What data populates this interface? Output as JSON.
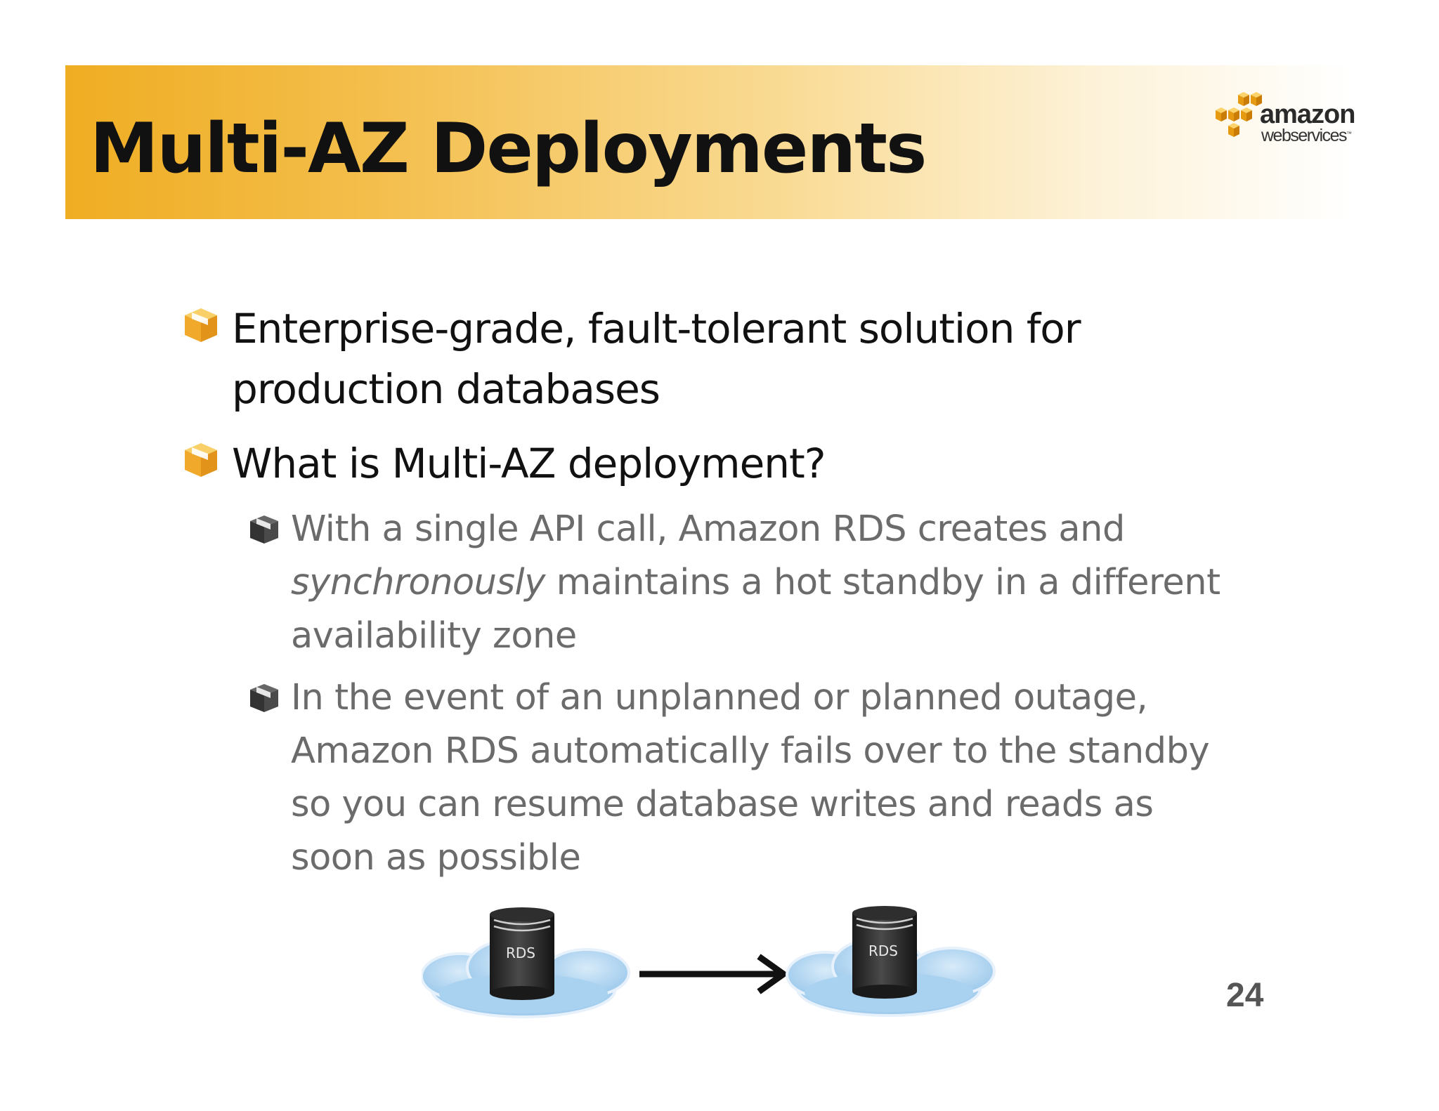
{
  "title": "Multi-AZ Deployments",
  "logo": {
    "line1": "amazon",
    "line2": "webservices",
    "trademark": "™"
  },
  "bullets": [
    {
      "text": "Enterprise-grade, fault-tolerant solution for production databases"
    },
    {
      "text": "What is Multi-AZ deployment?"
    }
  ],
  "sub_bullets": [
    {
      "lead": "With a single API call, Amazon RDS creates and ",
      "emphasis": "synchronously",
      "rest": " maintains a hot standby in a different availability zone"
    },
    {
      "text": "In the event of an unplanned or planned outage, Amazon RDS automatically fails over to the standby so you can resume database writes and reads as soon as possible"
    }
  ],
  "diagram": {
    "primary_label": "RDS",
    "standby_label": "RDS"
  },
  "page_number": "24",
  "colors": {
    "accent": "#efad22",
    "bullet_cube": "#f0a92b",
    "sub_bullet_cube": "#444444"
  }
}
